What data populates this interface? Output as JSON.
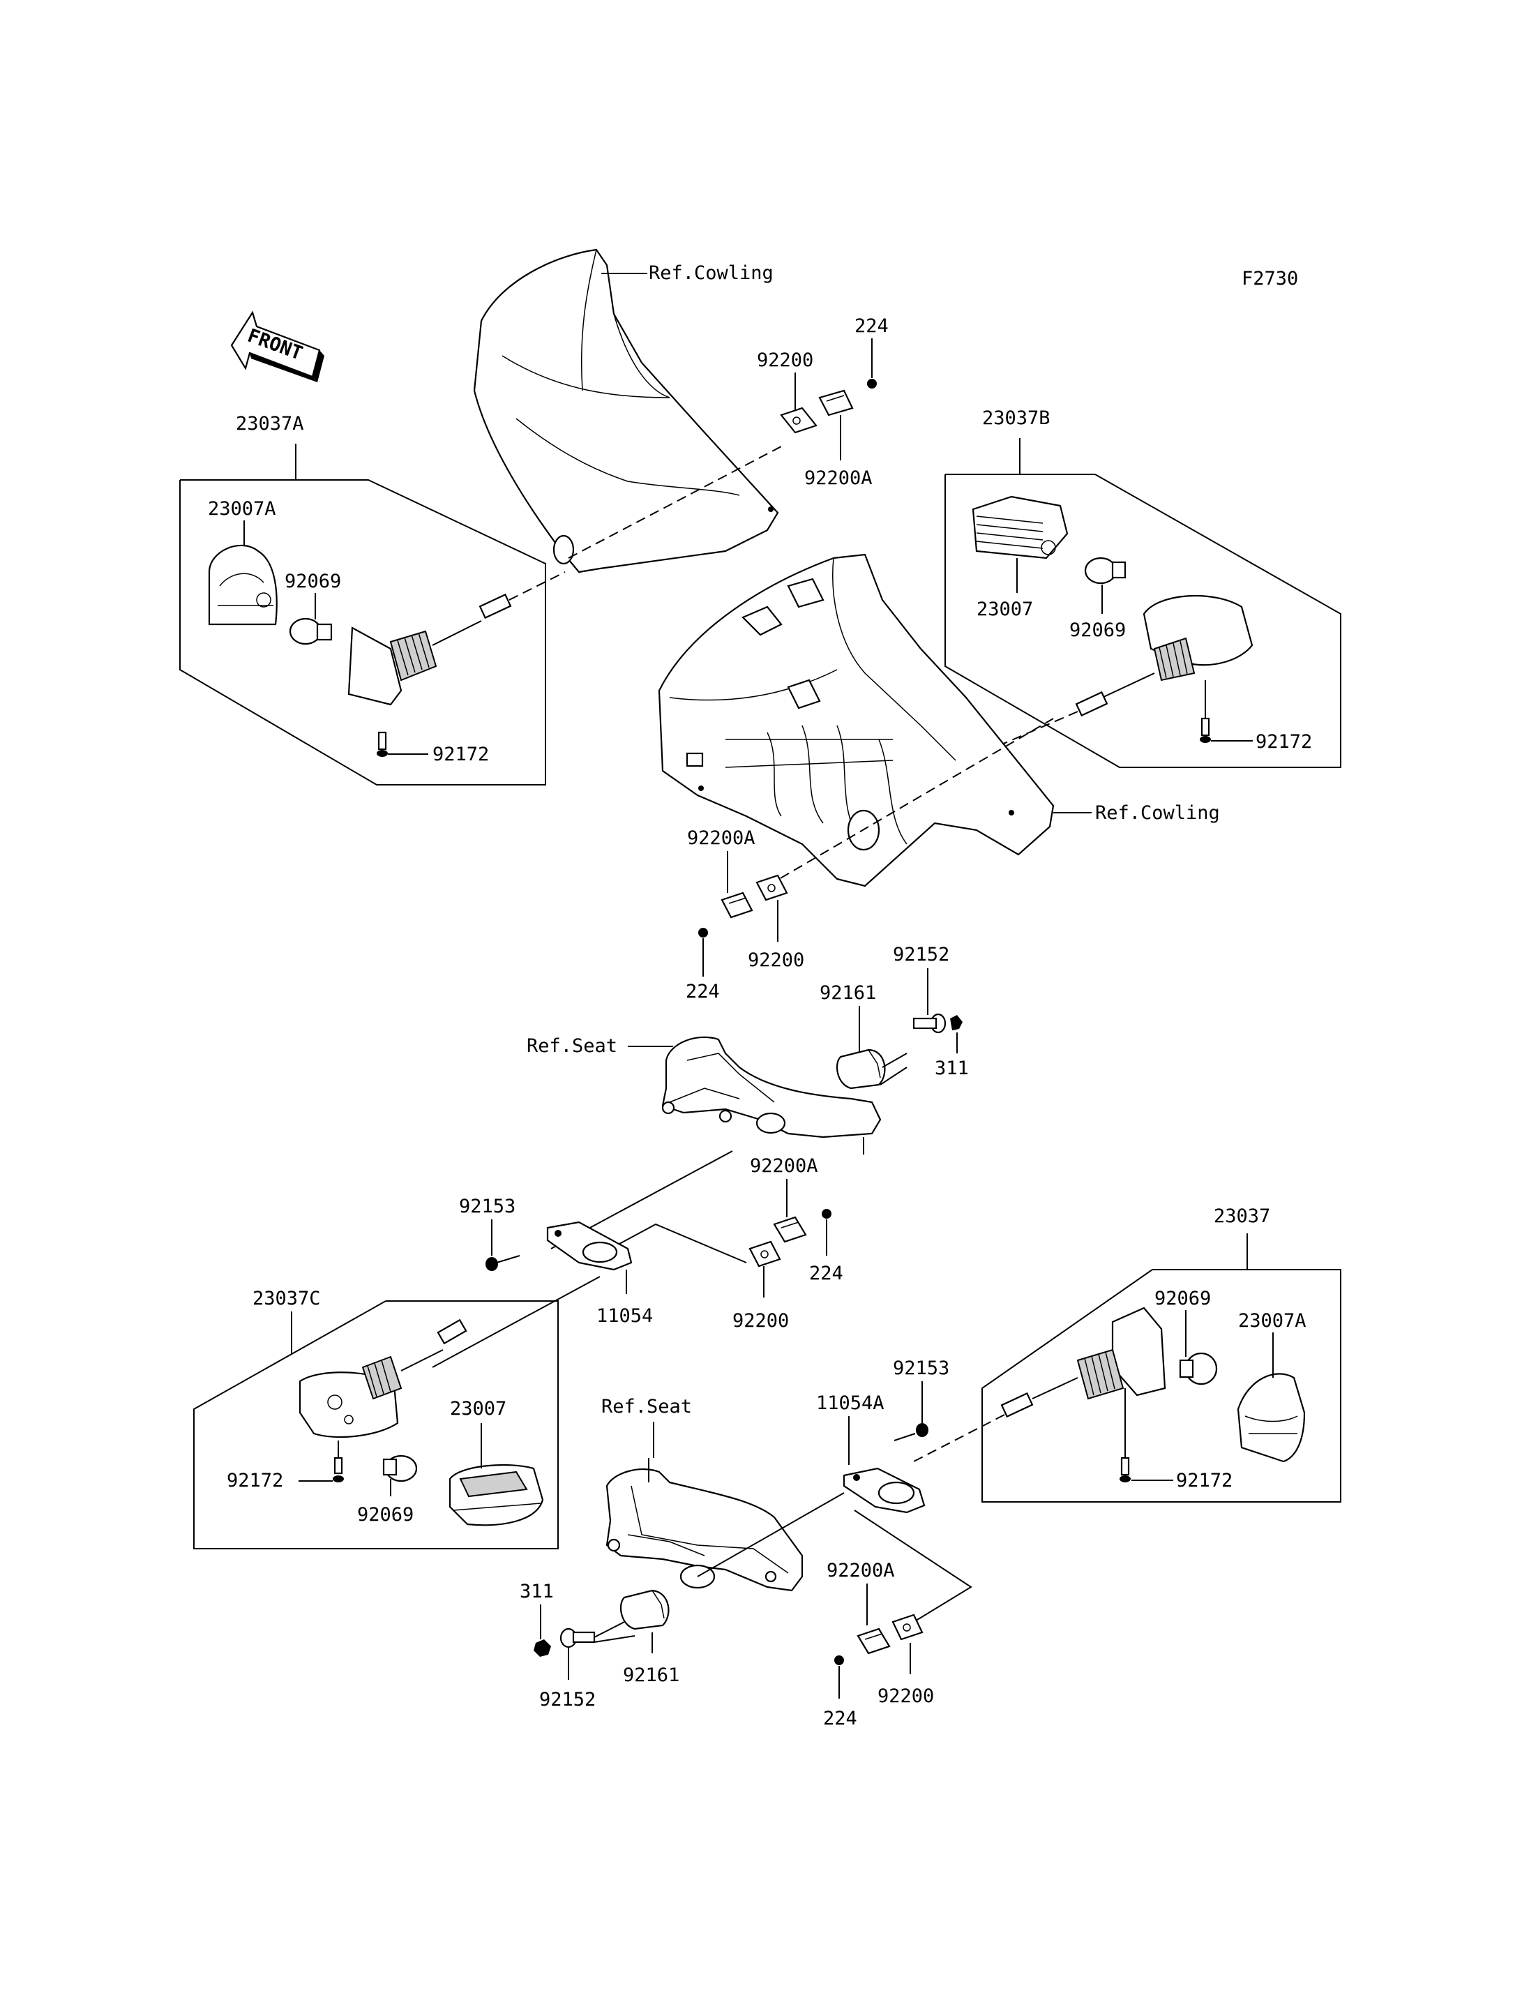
{
  "figure_code": "F2730",
  "front_arrow_text": "FRONT",
  "labels": {
    "ref_cowling_top": "Ref.Cowling",
    "ref_cowling_right": "Ref.Cowling",
    "ref_seat_upper": "Ref.Seat",
    "ref_seat_lower": "Ref.Seat",
    "a_23037A": "23037A",
    "a_23007A": "23007A",
    "a_92069": "92069",
    "a_92172": "92172",
    "b_23037B": "23037B",
    "b_23007": "23007",
    "b_92069": "92069",
    "b_92172": "92172",
    "t_224": "224",
    "t_92200": "92200",
    "t_92200A": "92200A",
    "m_92200A": "92200A",
    "m_92200": "92200",
    "m_224": "224",
    "s_92152": "92152",
    "s_92161": "92161",
    "s_311": "311",
    "s_92200A": "92200A",
    "s_224": "224",
    "s_92200": "92200",
    "s_92153": "92153",
    "s_11054": "11054",
    "c_23037C": "23037C",
    "c_23007": "23007",
    "c_92172": "92172",
    "c_92069": "92069",
    "d_23037": "23037",
    "d_92069": "92069",
    "d_23007A": "23007A",
    "d_92172": "92172",
    "l_92153": "92153",
    "l_11054A": "11054A",
    "l_92200A": "92200A",
    "l_92200": "92200",
    "l_224": "224",
    "l_311": "311",
    "l_92152": "92152",
    "l_92161": "92161"
  }
}
